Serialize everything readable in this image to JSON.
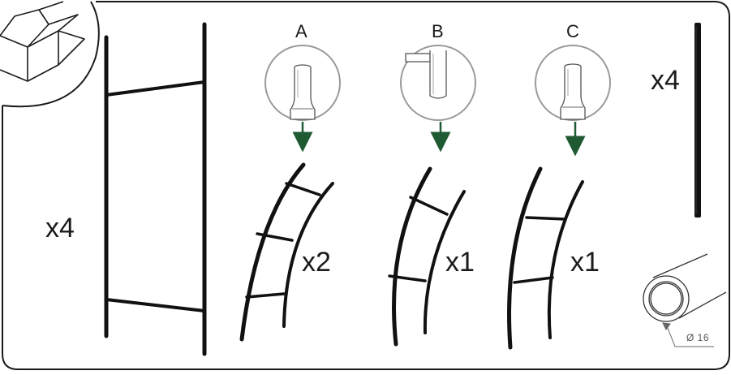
{
  "details": [
    {
      "letter": "A"
    },
    {
      "letter": "B"
    },
    {
      "letter": "C"
    }
  ],
  "quantities": {
    "ladder_frame": "x4",
    "arc_a": "x2",
    "arc_b": "x1",
    "arc_c": "x1",
    "pole": "x4"
  },
  "tube_diameter": "Ø 16",
  "colors": {
    "line": "#111111",
    "arrow": "#1f5a32",
    "panel_border": "#1a1a1a",
    "detail_circle": "#9a9a9a"
  }
}
